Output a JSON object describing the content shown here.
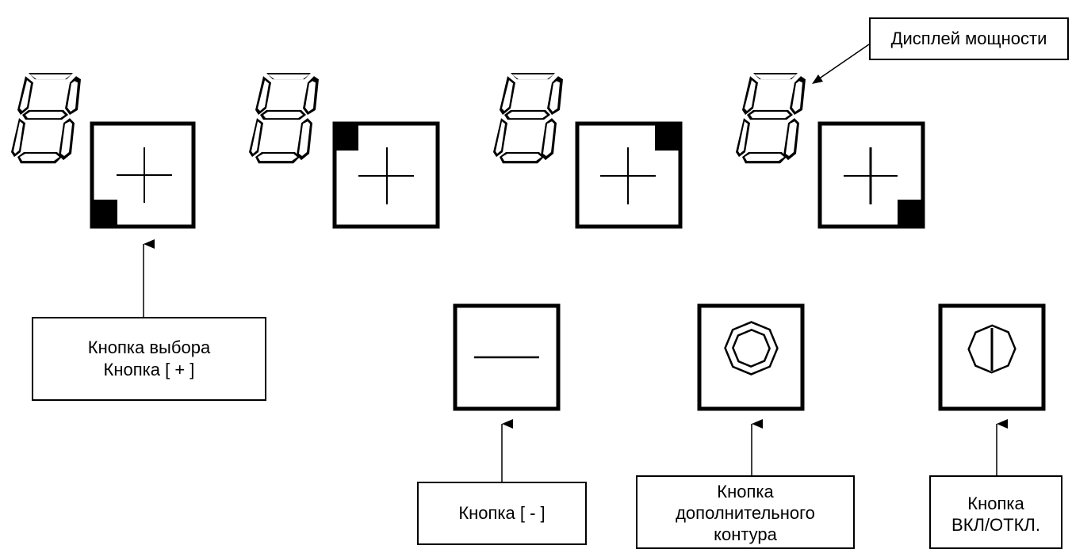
{
  "labels": {
    "select_button": "Кнопка выбора\nКнопка [ + ]",
    "minus_button": "Кнопка [ - ]",
    "extra_circuit_button": "Кнопка\nдополнительного\nконтура",
    "onoff_button": "Кнопка\nВКЛ/ОТКЛ.",
    "power_display": "Дисплей мощности"
  },
  "zones": [
    {
      "name": "zone-1",
      "display_digit": "8",
      "indicator_corner": "bottom-left",
      "button_symbol": "plus"
    },
    {
      "name": "zone-2",
      "display_digit": "8",
      "indicator_corner": "top-left",
      "button_symbol": "plus"
    },
    {
      "name": "zone-3",
      "display_digit": "8",
      "indicator_corner": "top-right",
      "button_symbol": "plus"
    },
    {
      "name": "zone-4",
      "display_digit": "8",
      "indicator_corner": "bottom-right",
      "button_symbol": "plus"
    }
  ],
  "buttons": [
    {
      "name": "minus-button",
      "icon": "minus-icon"
    },
    {
      "name": "extra-circuit-button",
      "icon": "double-octagon-icon"
    },
    {
      "name": "onoff-button",
      "icon": "power-icon"
    }
  ]
}
